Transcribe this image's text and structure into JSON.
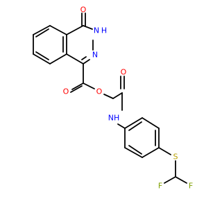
{
  "molecule": {
    "colors": {
      "bond": "#000000",
      "oxygen": "#ff0000",
      "nitrogen": "#0000ff",
      "sulfur": "#b8a000",
      "fluorine": "#7fa000"
    },
    "atom_labels": {
      "ketone_o": "O",
      "nh_ring": "H",
      "n_ring_h": "N",
      "n_ring": "N",
      "ester_carbonyl_o": "O",
      "ester_o": "O",
      "amide_o": "O",
      "amide_nh": "NH",
      "s": "S",
      "f1": "F",
      "f2": "F"
    }
  }
}
